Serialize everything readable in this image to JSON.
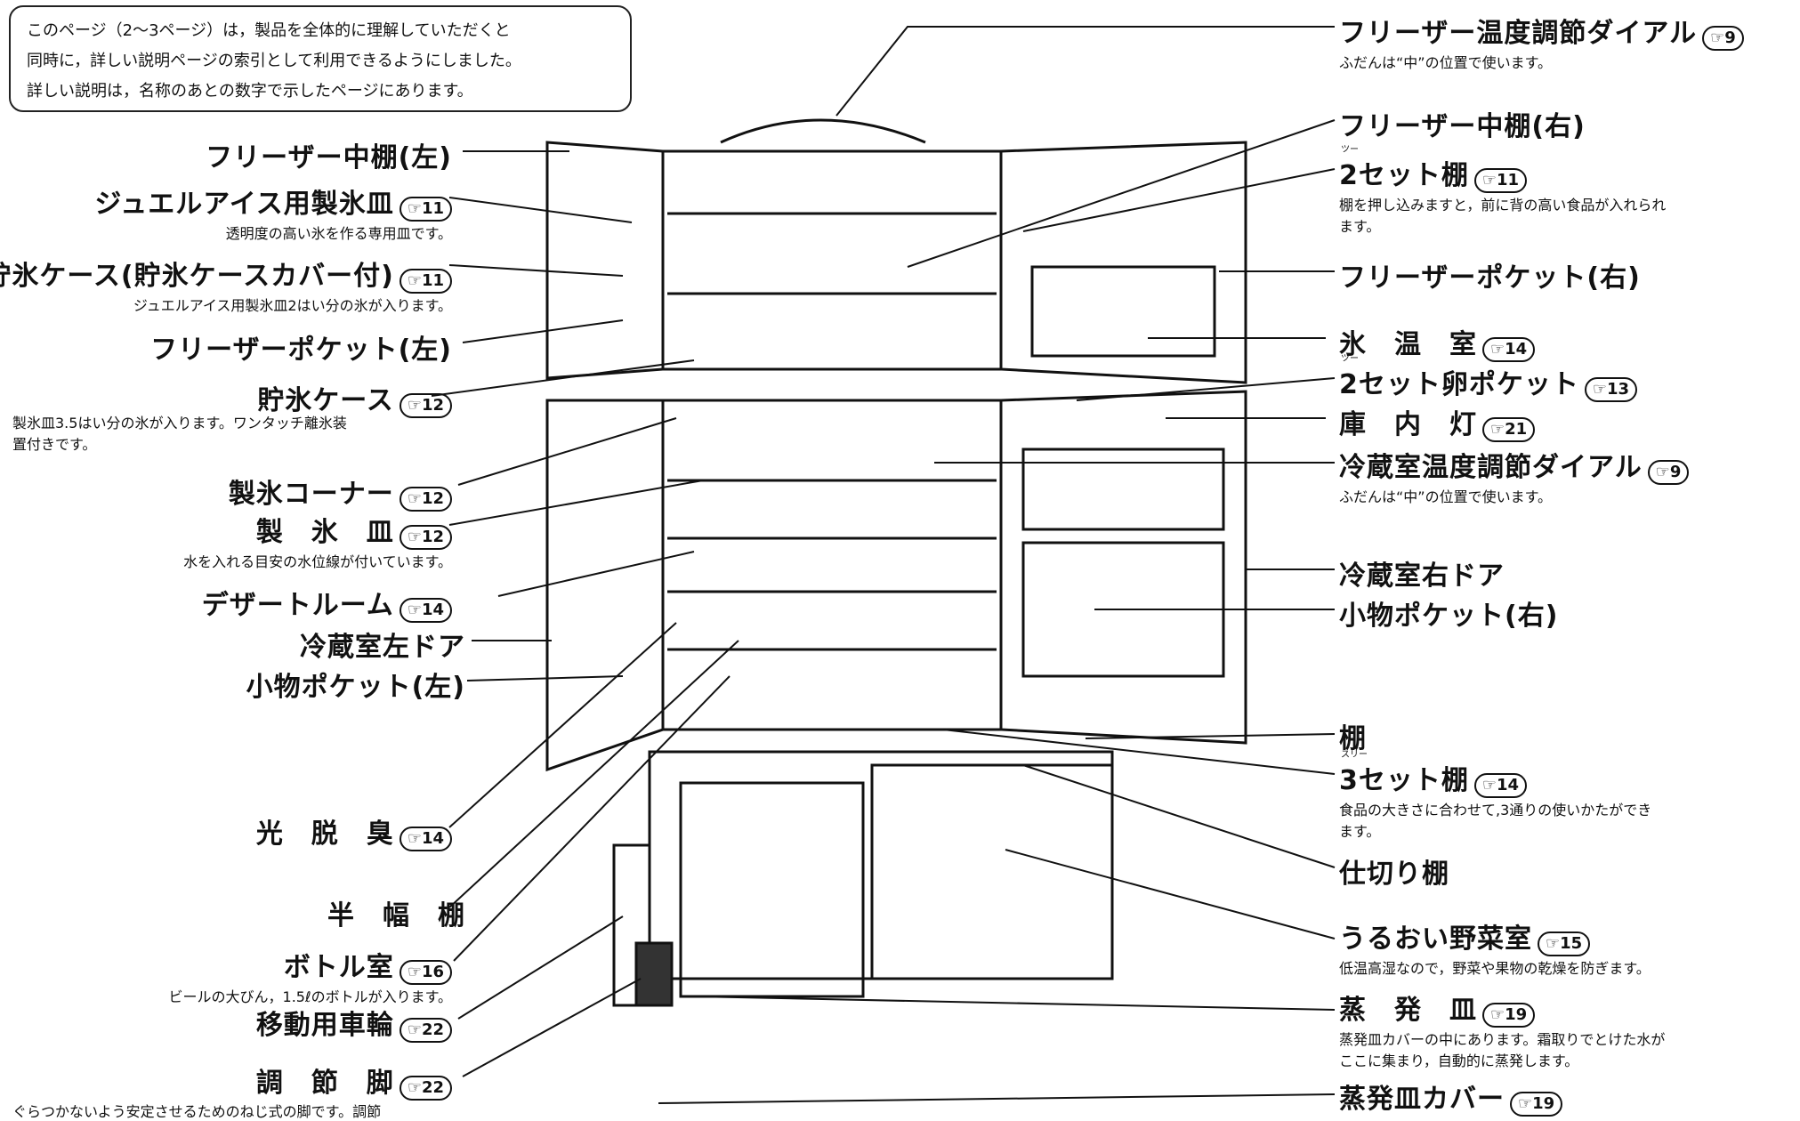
{
  "intro": {
    "lines": [
      "このページ（2～3ページ）は，製品を全体的に理解していただくと",
      "同時に，詳しい説明ページの索引として利用できるようにしました。",
      "詳しい説明は，名称のあとの数字で示したページにあります。"
    ]
  },
  "left_labels": [
    {
      "title": "フリーザー中棚(左)",
      "ref": "",
      "desc": ""
    },
    {
      "title": "ジュエルアイス用製氷皿",
      "ref": "☞11",
      "desc": "透明度の高い氷を作る専用皿です。"
    },
    {
      "title": "貯氷ケース(貯氷ケースカバー付)",
      "ref": "☞11",
      "desc": "ジュエルアイス用製氷皿2はい分の氷が入ります。"
    },
    {
      "title": "フリーザーポケット(左)",
      "ref": "",
      "desc": ""
    },
    {
      "title": "貯氷ケース",
      "ref": "☞12",
      "desc": "製氷皿3.5はい分の氷が入ります。ワンタッチ離氷装",
      "desc2": "置付きです。"
    },
    {
      "title": "製氷コーナー",
      "ref": "☞12",
      "desc": ""
    },
    {
      "title": "製　氷　皿",
      "ref": "☞12",
      "desc": "水を入れる目安の水位線が付いています。"
    },
    {
      "title": "デザートルーム",
      "ref": "☞14",
      "desc": ""
    },
    {
      "title": "冷蔵室左ドア",
      "ref": "",
      "desc": ""
    },
    {
      "title": "小物ポケット(左)",
      "ref": "",
      "desc": ""
    },
    {
      "title": "光　脱　臭",
      "ref": "☞14",
      "desc": ""
    },
    {
      "title": "半　幅　棚",
      "ref": "",
      "desc": ""
    },
    {
      "title": "ボトル室",
      "ref": "☞16",
      "desc": "ビールの大びん，1.5ℓのボトルが入ります。"
    },
    {
      "title": "移動用車輪",
      "ref": "☞22",
      "desc": ""
    },
    {
      "title": "調　節　脚",
      "ref": "☞22",
      "desc": "ぐらつかないよう安定させるためのねじ式の脚です。調節"
    }
  ],
  "right_labels": [
    {
      "title": "フリーザー温度調節ダイアル",
      "ref": "☞9",
      "desc": "ふだんは“中”の位置で使います。"
    },
    {
      "title": "フリーザー中棚(右)",
      "ref": "",
      "desc": ""
    },
    {
      "title": "2セット棚",
      "ruby": "ツー",
      "ref": "☞11",
      "desc": "棚を押し込みますと，前に背の高い食品が入れられ",
      "desc2": "ます。"
    },
    {
      "title": "フリーザーポケット(右)",
      "ref": "",
      "desc": ""
    },
    {
      "title": "氷　温　室",
      "ref": "☞14",
      "desc": ""
    },
    {
      "title": "2セット卵ポケット",
      "ruby": "ツー",
      "ref": "☞13",
      "desc": ""
    },
    {
      "title": "庫　内　灯",
      "ref": "☞21",
      "desc": ""
    },
    {
      "title": "冷蔵室温度調節ダイアル",
      "ref": "☞9",
      "desc": "ふだんは“中”の位置で使います。"
    },
    {
      "title": "冷蔵室右ドア",
      "ref": "",
      "desc": ""
    },
    {
      "title": "小物ポケット(右)",
      "ref": "",
      "desc": ""
    },
    {
      "title": "棚",
      "ref": "",
      "desc": ""
    },
    {
      "title": "3セット棚",
      "ruby": "スリー",
      "ref": "☞14",
      "desc": "食品の大きさに合わせて,3通りの使いかたができ",
      "desc2": "ます。"
    },
    {
      "title": "仕切り棚",
      "ref": "",
      "desc": ""
    },
    {
      "title": "うるおい野菜室",
      "ref": "☞15",
      "desc": "低温高湿なので，野菜や果物の乾燥を防ぎます。"
    },
    {
      "title": "蒸　発　皿",
      "ref": "☞19",
      "desc": "蒸発皿カバーの中にあります。霜取りでとけた水が",
      "desc2": "ここに集まり，自動的に蒸発します。"
    },
    {
      "title": "蒸発皿カバー",
      "ref": "☞19",
      "desc": ""
    }
  ]
}
